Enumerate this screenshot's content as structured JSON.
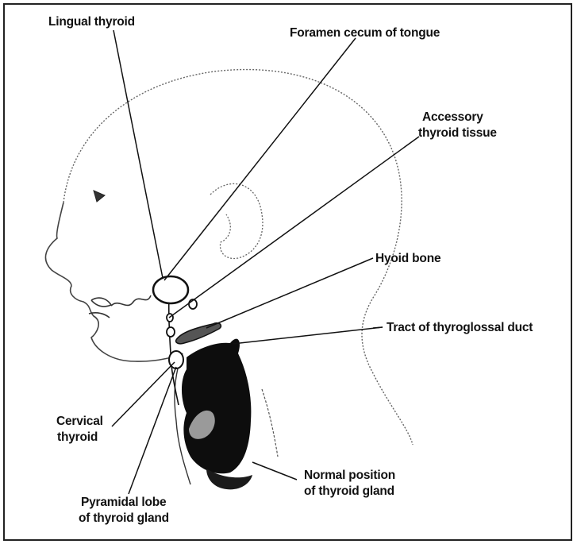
{
  "labels": {
    "lingual_thyroid": "Lingual thyroid",
    "foramen_cecum": "Foramen cecum of tongue",
    "accessory_line1": "Accessory",
    "accessory_line2": "thyroid tissue",
    "hyoid_bone": "Hyoid bone",
    "tract": "Tract of thyroglossal duct",
    "cervical_line1": "Cervical",
    "cervical_line2": "thyroid",
    "normal_line1": "Normal position",
    "normal_line2": "of thyroid gland",
    "pyramidal_line1": "Pyramidal lobe",
    "pyramidal_line2": "of thyroid gland"
  },
  "colors": {
    "line": "#111111",
    "outline_dotted": "#555555",
    "gland": "#0d0d0d"
  }
}
